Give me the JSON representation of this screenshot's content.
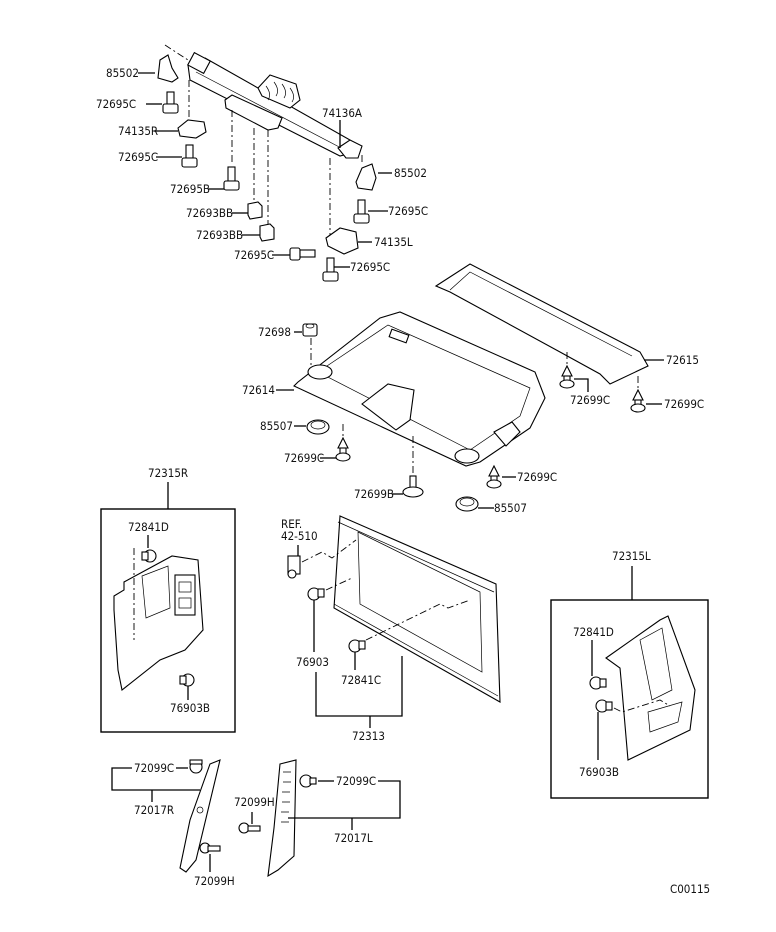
{
  "diagram": {
    "code": "C00115",
    "labels": {
      "p85502_top": "85502",
      "p72695C_1": "72695C",
      "p74135R": "74135R",
      "p72695C_2": "72695C",
      "p74136A": "74136A",
      "p85502_right": "85502",
      "p72695B": "72695B",
      "p72693BB_1": "72693BB",
      "p72693BB_2": "72693BB",
      "p72695C_3": "72695C",
      "p72695C_4": "72695C",
      "p74135L": "74135L",
      "p72695C_5": "72695C",
      "p72698": "72698",
      "p72614": "72614",
      "p85507_1": "85507",
      "p72699C_1": "72699C",
      "p72699B": "72699B",
      "p72699C_2": "72699C",
      "p85507_2": "85507",
      "p72615": "72615",
      "p72699C_3": "72699C",
      "p72699C_4": "72699C",
      "p72315R": "72315R",
      "p72841D_R": "72841D",
      "p76903B_R": "76903B",
      "ref_line1": "REF.",
      "ref_line2": "42-510",
      "p76903": "76903",
      "p72841C": "72841C",
      "p72313": "72313",
      "p72315L": "72315L",
      "p72841D_L": "72841D",
      "p76903B_L": "76903B",
      "p72099C_R": "72099C",
      "p72017R": "72017R",
      "p72099H_1": "72099H",
      "p72099H_2": "72099H",
      "p72099C_L": "72099C",
      "p72017L": "72017L"
    }
  }
}
